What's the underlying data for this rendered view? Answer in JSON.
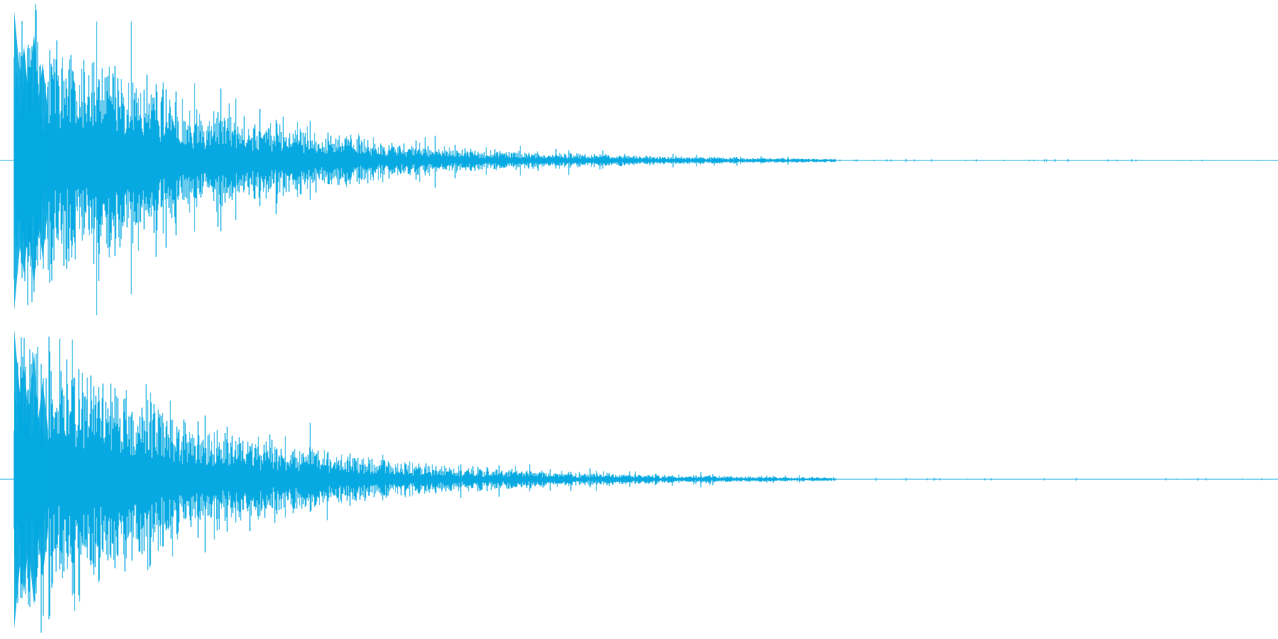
{
  "theme": {
    "background": "#ffffff",
    "waveform_color": "#06a9e1",
    "centerline_color": "#06a9e1"
  },
  "waveform": {
    "channels": [
      {
        "name": "left",
        "peak": 0.998,
        "onset_s": 0.01,
        "decay_tail_end_s": 0.65,
        "visible_duration_s": 1.0
      },
      {
        "name": "right",
        "peak": 0.998,
        "onset_s": 0.01,
        "decay_tail_end_s": 0.65,
        "visible_duration_s": 1.0
      }
    ]
  }
}
